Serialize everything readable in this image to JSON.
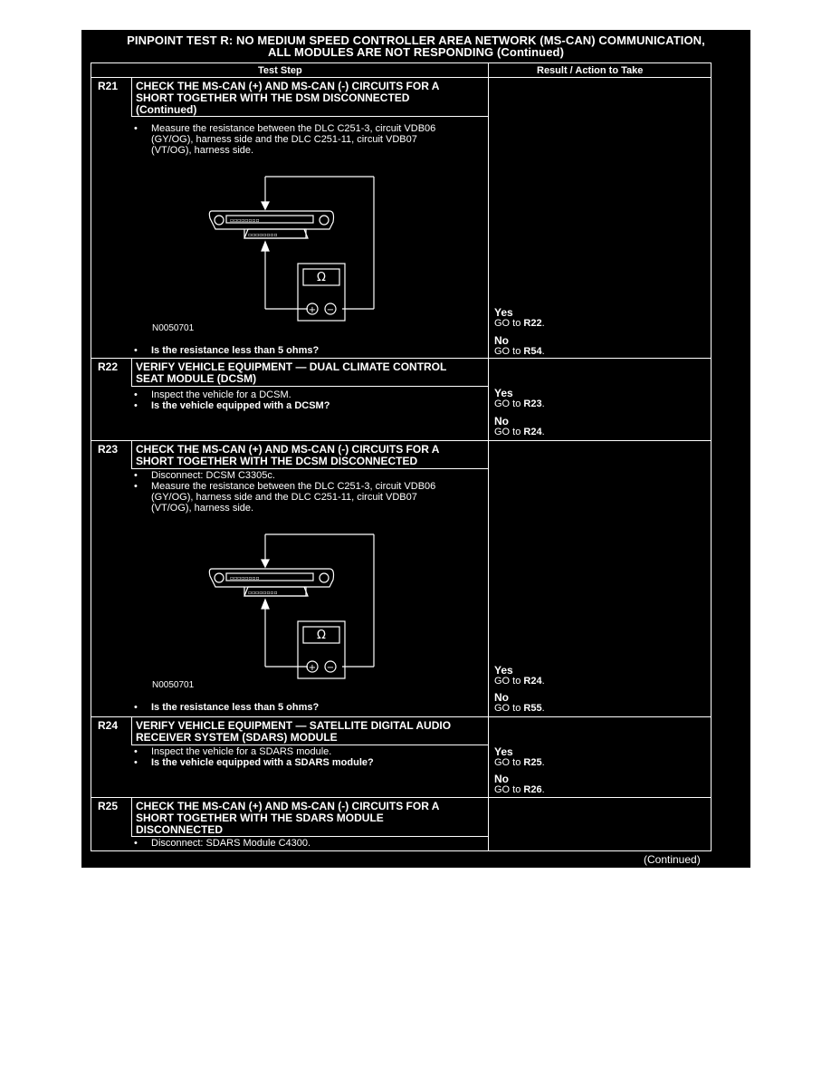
{
  "title": {
    "line1": "PINPOINT TEST  R: NO MEDIUM SPEED CONTROLLER AREA NETWORK (MS-CAN) COMMUNICATION,",
    "line2": "ALL MODULES ARE NOT RESPONDING (Continued)"
  },
  "columns": {
    "step": "Test Step",
    "result": "Result / Action to Take"
  },
  "bullet": "•",
  "steps": {
    "r21": {
      "id": "R21",
      "heading": [
        "CHECK THE MS-CAN (+) AND MS-CAN (-) CIRCUITS FOR A",
        "SHORT TOGETHER WITH THE DSM DISCONNECTED",
        "(Continued)"
      ],
      "action": [
        "Measure the resistance between the DLC C251-3, circuit VDB06",
        "(GY/OG), harness side and the DLC C251-11, circuit VDB07",
        "(VT/OG), harness side."
      ],
      "figure": "N0050701",
      "question": "Is the resistance less than 5 ohms?",
      "yes_label": "Yes",
      "yes_go": "GO to ",
      "yes_target": "R22",
      "yes_end": ".",
      "no_label": "No",
      "no_go": "GO to ",
      "no_target": "R54",
      "no_end": "."
    },
    "r22": {
      "id": "R22",
      "heading": [
        "VERIFY VEHICLE EQUIPMENT — DUAL CLIMATE CONTROL",
        "SEAT MODULE (DCSM)"
      ],
      "action": "Inspect the vehicle for a DCSM.",
      "question": "Is the vehicle equipped with a DCSM?",
      "yes_label": "Yes",
      "yes_go": "GO to ",
      "yes_target": "R23",
      "yes_end": ".",
      "no_label": "No",
      "no_go": "GO to ",
      "no_target": "R24",
      "no_end": "."
    },
    "r23": {
      "id": "R23",
      "heading": [
        "CHECK THE MS-CAN (+) AND MS-CAN (-) CIRCUITS FOR A",
        "SHORT TOGETHER WITH THE DCSM DISCONNECTED"
      ],
      "action1": "Disconnect: DCSM C3305c.",
      "action2": [
        "Measure the resistance between the DLC C251-3, circuit VDB06",
        "(GY/OG), harness side and the DLC C251-11, circuit VDB07",
        "(VT/OG), harness side."
      ],
      "figure": "N0050701",
      "question": "Is the resistance less than 5 ohms?",
      "yes_label": "Yes",
      "yes_go": "GO to ",
      "yes_target": "R24",
      "yes_end": ".",
      "no_label": "No",
      "no_go": "GO to ",
      "no_target": "R55",
      "no_end": "."
    },
    "r24": {
      "id": "R24",
      "heading": [
        "VERIFY VEHICLE EQUIPMENT — SATELLITE DIGITAL AUDIO",
        "RECEIVER SYSTEM (SDARS) MODULE"
      ],
      "action": "Inspect the vehicle for a SDARS module.",
      "question": "Is the vehicle equipped with a SDARS module?",
      "yes_label": "Yes",
      "yes_go": "GO to ",
      "yes_target": "R25",
      "yes_end": ".",
      "no_label": "No",
      "no_go": "GO to ",
      "no_target": "R26",
      "no_end": "."
    },
    "r25": {
      "id": "R25",
      "heading": [
        "CHECK THE MS-CAN (+) AND MS-CAN (-) CIRCUITS FOR A",
        "SHORT TOGETHER WITH THE SDARS MODULE",
        "DISCONNECTED"
      ],
      "action": "Disconnect: SDARS Module C4300."
    }
  },
  "meter_symbol": "Ω",
  "meter_plus": "+",
  "meter_minus": "−",
  "footer": "(Continued)"
}
